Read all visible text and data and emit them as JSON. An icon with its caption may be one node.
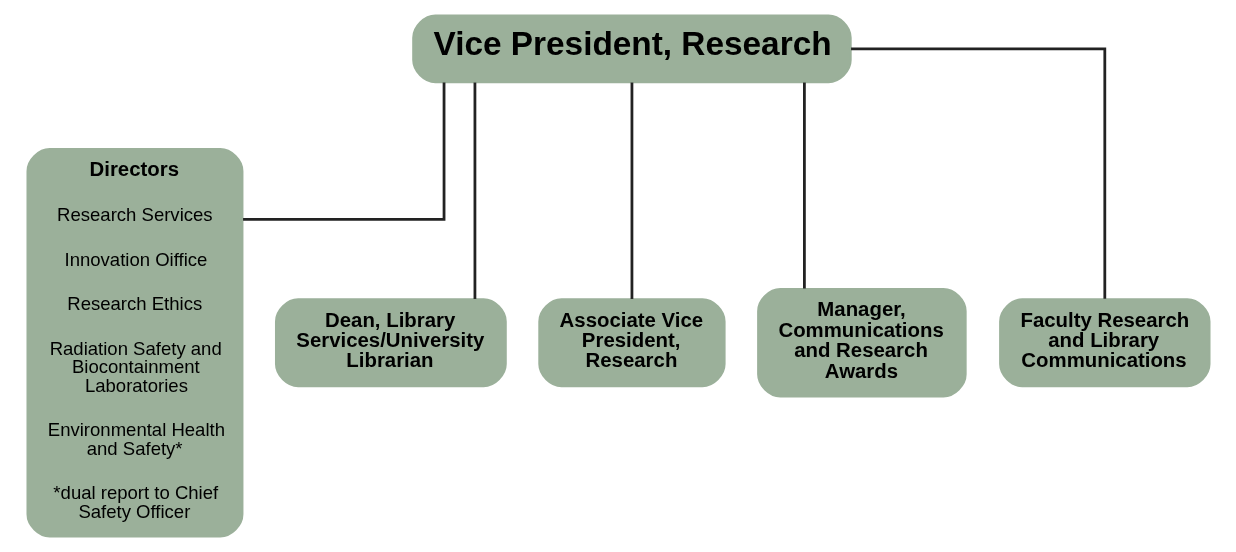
{
  "diagram": {
    "nodes": [
      {
        "text": [
          "Vice President, Research"
        ]
      },
      {
        "text": [
          "Directors",
          "Research Services",
          "Innovation Oiffice",
          "Research Ethics",
          "Radiation Safety and Biocontainment Laboratories",
          "Environmental Health and Safety*",
          "*dual report to Chief Safety Officer"
        ]
      },
      {
        "text": [
          "Dean, Library Services/University Librarian"
        ]
      },
      {
        "text": [
          "Associate Vice President, Research"
        ]
      },
      {
        "text": [
          "Manager, Communications and Research Awards"
        ]
      },
      {
        "text": [
          "Faculty Research and Library Communications"
        ]
      }
    ],
    "edges": [
      {
        "from": 0,
        "to": 1,
        "arrow": "none"
      },
      {
        "from": 0,
        "to": 2,
        "arrow": "none"
      },
      {
        "from": 0,
        "to": 3,
        "arrow": "none"
      },
      {
        "from": 0,
        "to": 4,
        "arrow": "none"
      },
      {
        "from": 0,
        "to": 5,
        "arrow": "none"
      }
    ]
  }
}
